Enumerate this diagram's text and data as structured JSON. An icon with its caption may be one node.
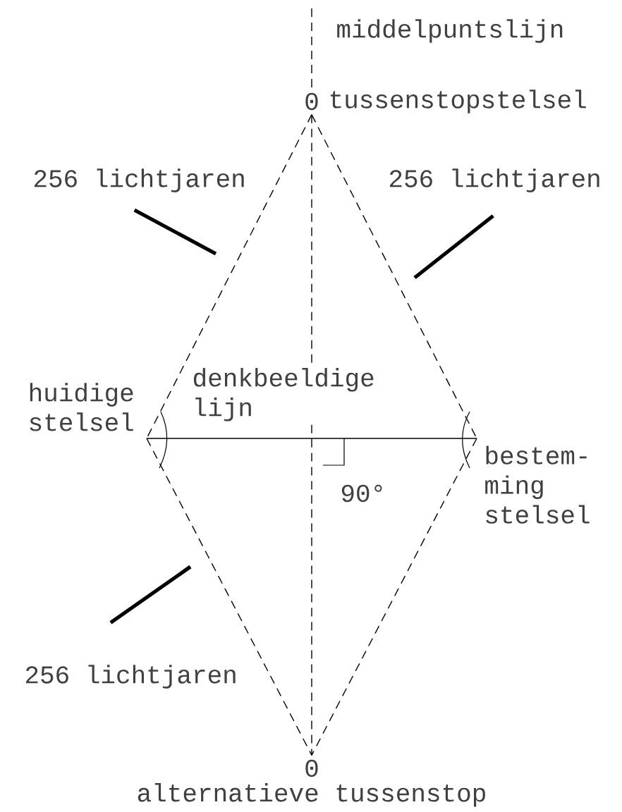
{
  "diagram": {
    "nodes": [
      {
        "text": [
          "0"
        ],
        "beside": [
          "tussenstopstelsel"
        ]
      },
      {
        "text": [
          "256 lichtjaren"
        ]
      },
      {
        "text": [
          "256 lichtjaren"
        ]
      },
      {
        "text": [
          "huidige stelsel"
        ]
      },
      {
        "text": [
          "bestem- ming stelsel"
        ]
      },
      {
        "text": [
          "256 lichtjaren"
        ]
      },
      {
        "text": [
          "0"
        ],
        "beside": [
          "alternatieve tussenstop"
        ]
      }
    ],
    "edges": [
      {
        "from": 0,
        "to": 3,
        "arrow": "none",
        "style": "dashed"
      },
      {
        "from": 0,
        "to": 4,
        "arrow": "none",
        "style": "dashed"
      },
      {
        "from": 3,
        "to": 6,
        "arrow": "none",
        "style": "dashed"
      },
      {
        "from": 4,
        "to": 6,
        "arrow": "none",
        "style": "dashed"
      },
      {
        "from": 0,
        "to": 6,
        "arrow": "none",
        "style": "dashed"
      },
      {
        "from": null,
        "to": 0,
        "arrow": "none",
        "style": "dashed"
      },
      {
        "from": 3,
        "to": 4,
        "arrow": "none",
        "label": "denkbeeldige lijn"
      },
      {
        "from": 1,
        "to": null,
        "arrow": "none",
        "style": "thick"
      },
      {
        "from": 2,
        "to": null,
        "arrow": "none",
        "style": "thick"
      },
      {
        "from": 5,
        "to": null,
        "arrow": "none",
        "style": "thick"
      }
    ],
    "labels": [
      "middelpuntslijn",
      "90°"
    ]
  }
}
